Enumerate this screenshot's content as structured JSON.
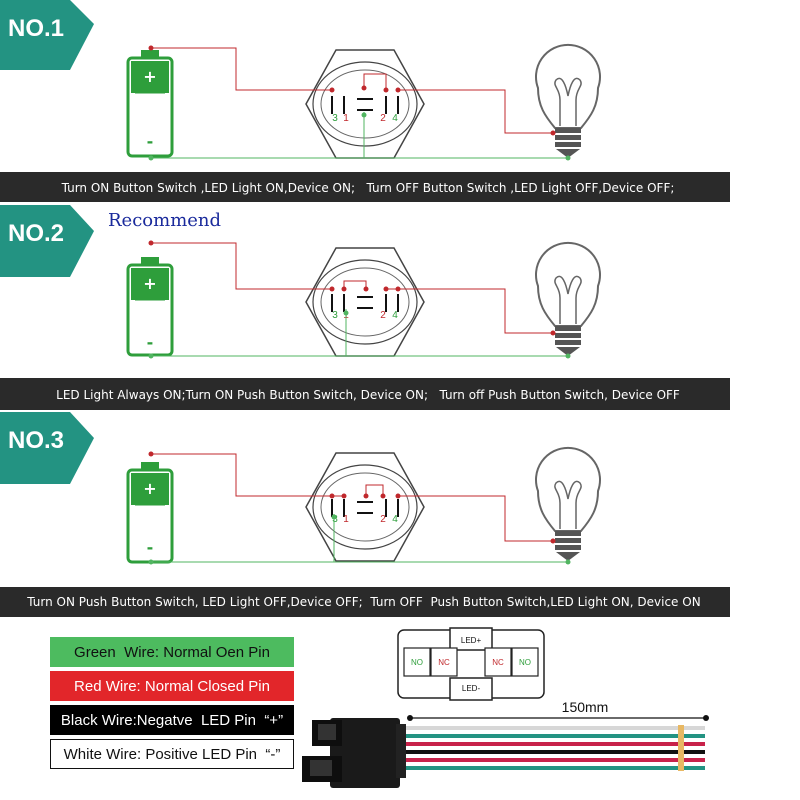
{
  "diagrams": [
    {
      "badge": "NO.1",
      "pins": [
        "3",
        "1",
        "2",
        "4"
      ],
      "caption": "Turn ON Button Switch ,LED Light ON,Device ON;   Turn OFF Button Switch ,LED Light OFF,Device OFF;"
    },
    {
      "badge": "NO.2",
      "recommend": "Recommend",
      "pins": [
        "3",
        "1",
        "2",
        "4"
      ],
      "caption": "LED Light Always ON;Turn ON Push Button Switch, Device ON;   Turn off Push Button Switch, Device OFF"
    },
    {
      "badge": "NO.3",
      "pins": [
        "3",
        "1",
        "2",
        "4"
      ],
      "caption": "Turn ON Push Button Switch, LED Light OFF,Device OFF;  Turn OFF  Push Button Switch,LED Light ON, Device ON"
    }
  ],
  "battery": {
    "plus": "+",
    "minus": "-"
  },
  "legend": {
    "green": "Green  Wire: Normal Oen Pin",
    "red": "Red Wire: Normal Closed Pin",
    "black": "Black Wire:Negatve  LED Pin  “+”",
    "white": "White Wire: Positive LED Pin  “-”"
  },
  "connector": {
    "led_plus": "LED+",
    "led_minus": "LED-",
    "no_left": "NO",
    "nc_left": "NC",
    "nc_right": "NC",
    "no_right": "NO"
  },
  "cable": {
    "length": "150mm"
  },
  "colors": {
    "teal": "#239382",
    "banner": "#2a2a2a",
    "green": "#2e9e3b",
    "red_wire": "#c0282c",
    "green_wire": "#51b561",
    "legend_green": "#4dbb5f",
    "legend_red": "#e2262a",
    "recommend": "#1a2a9c"
  }
}
